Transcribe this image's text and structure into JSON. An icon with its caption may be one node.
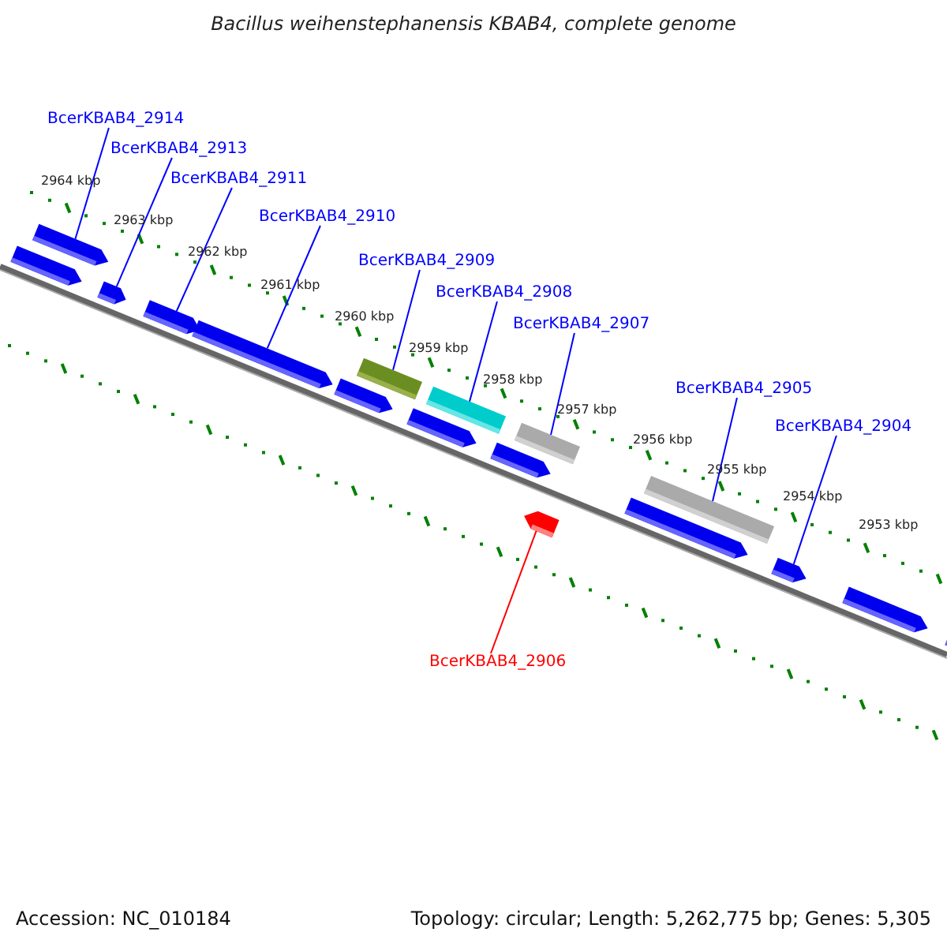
{
  "diagram": {
    "title": "Bacillus weihenstephanensis KBAB4, complete genome",
    "nodes": [
      {
        "text": [
          "BcerKBAB4_2914"
        ]
      },
      {
        "text": [
          "BcerKBAB4_2913"
        ]
      },
      {
        "text": [
          "BcerKBAB4_2911"
        ]
      },
      {
        "text": [
          "BcerKBAB4_2910"
        ]
      },
      {
        "text": [
          "BcerKBAB4_2909"
        ]
      },
      {
        "text": [
          "BcerKBAB4_2908"
        ]
      },
      {
        "text": [
          "BcerKBAB4_2907"
        ]
      },
      {
        "text": [
          "BcerKBAB4_2905"
        ]
      },
      {
        "text": [
          "BcerKBAB4_2904"
        ]
      },
      {
        "text": [
          "BcerKBAB4_2906"
        ]
      },
      {
        "text": [],
        "shape": "bar"
      },
      {
        "text": [],
        "shape": "bar"
      },
      {
        "text": [],
        "shape": "bar"
      },
      {
        "text": [],
        "shape": "bar"
      },
      {
        "text": [],
        "shape": "bar"
      },
      {
        "text": [],
        "shape": "bar"
      },
      {
        "text": [],
        "shape": "bar"
      },
      {
        "text": [],
        "shape": "bar"
      },
      {
        "text": [],
        "shape": "bar"
      },
      {
        "text": [],
        "shape": "bar"
      },
      {
        "text": [],
        "shape": "bar"
      },
      {
        "text": [],
        "shape": "bar"
      },
      {
        "text": [],
        "shape": "bar"
      },
      {
        "text": [],
        "shape": "bar"
      },
      {
        "text": [],
        "shape": "bar"
      },
      {
        "text": [],
        "shape": "bar"
      },
      {
        "text": [],
        "shape": "bar"
      }
    ],
    "edges": [
      {
        "from": 0,
        "to": 11,
        "arrow": "none"
      },
      {
        "from": 1,
        "to": 12,
        "arrow": "none"
      },
      {
        "from": 2,
        "to": 13,
        "arrow": "none"
      },
      {
        "from": 3,
        "to": 14,
        "arrow": "none"
      },
      {
        "from": 4,
        "to": 16,
        "arrow": "none"
      },
      {
        "from": 5,
        "to": 18,
        "arrow": "none"
      },
      {
        "from": 6,
        "to": 20,
        "arrow": "none"
      },
      {
        "from": 7,
        "to": 23,
        "arrow": "none"
      },
      {
        "from": 8,
        "to": 24,
        "arrow": "none"
      },
      {
        "from": 9,
        "to": 21,
        "arrow": "none",
        "color": "#ff0000"
      }
    ],
    "labels": [
      "2964 kbp",
      "2963 kbp",
      "2962 kbp",
      "2961 kbp",
      "2960 kbp",
      "2959 kbp",
      "2958 kbp",
      "2957 kbp",
      "2956 kbp",
      "2955 kbp",
      "2954 kbp",
      "2953 kbp",
      "Accession: NC_010184",
      "Topology: circular; Length: 5,262,775 bp; Genes: 5,305"
    ]
  }
}
